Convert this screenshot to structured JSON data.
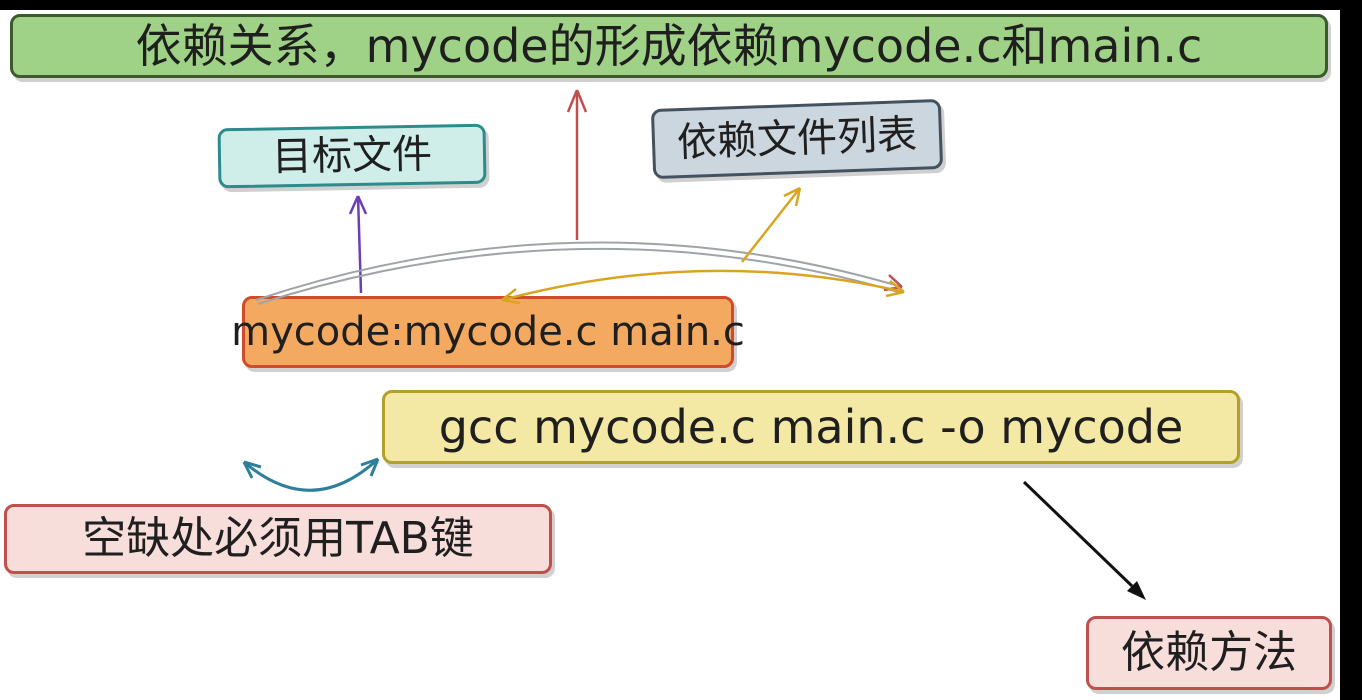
{
  "page": {
    "background": "#ffffff",
    "frame_color": "#000000"
  },
  "colors": {
    "text": "#1f1f1f",
    "red_arrow": "#c0504d",
    "purple_arrow": "#6a3fb5",
    "yellow_arrow": "#d9a521",
    "blue_arrow": "#2e7f9b",
    "black_arrow": "#111111",
    "gray_arc": "#a0a4a8"
  },
  "nodes": {
    "banner": {
      "label": "依赖关系，mycode的形成依赖mycode.c和main.c",
      "fill": "#9fd186",
      "border": "#3c5a2c"
    },
    "target_file": {
      "label": "目标文件",
      "fill": "#cfeeea",
      "border": "#2e8b8b"
    },
    "dependency_list": {
      "label": "依赖文件列表",
      "fill": "#ccd6de",
      "border": "#44525f"
    },
    "make_rule": {
      "label": "mycode:mycode.c main.c",
      "fill": "#f4a960",
      "border": "#d14b2b"
    },
    "gcc_command": {
      "label": "gcc mycode.c main.c -o mycode",
      "fill": "#f3e8a4",
      "border": "#b3a02c"
    },
    "tab_note": {
      "label": "空缺处必须用TAB键",
      "fill": "#f7dedb",
      "border": "#c0504d"
    },
    "dependency_method": {
      "label": "依赖方法",
      "fill": "#f7dedb",
      "border": "#c0504d"
    }
  }
}
